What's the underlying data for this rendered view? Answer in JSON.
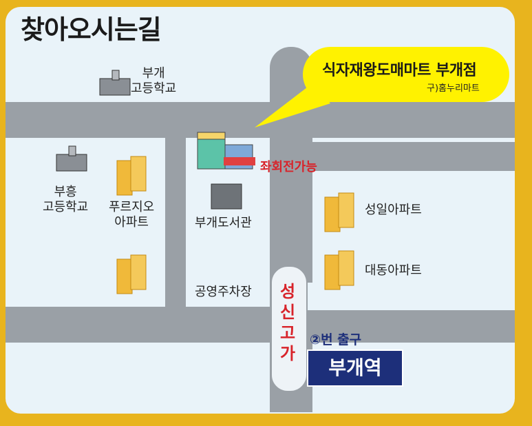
{
  "title": "찾아오시는길",
  "store": {
    "name": "식자재왕도매마트 부개점",
    "former_name": "구)홈누리마트"
  },
  "landmarks": {
    "bugae_high_school": [
      "부개",
      "고등학교"
    ],
    "buheung_high_school": [
      "부흥",
      "고등학교"
    ],
    "prugio_apt": [
      "푸르지오",
      "아파트"
    ],
    "library": "부개도서관",
    "public_parking": "공영주차장",
    "intersection": "좌회전가능",
    "seongil_apt": "성일아파트",
    "daedong_apt": "대동아파트",
    "overpass": [
      "성",
      "신",
      "고",
      "가"
    ],
    "exit": "②번 출구",
    "station": "부개역"
  },
  "colors": {
    "frame": "#e8b41e",
    "road": "#9aa0a6",
    "bubble": "#fff200",
    "station": "#1d2f7a",
    "accent_red": "#d8232a",
    "apartment": "#f0b93a"
  }
}
